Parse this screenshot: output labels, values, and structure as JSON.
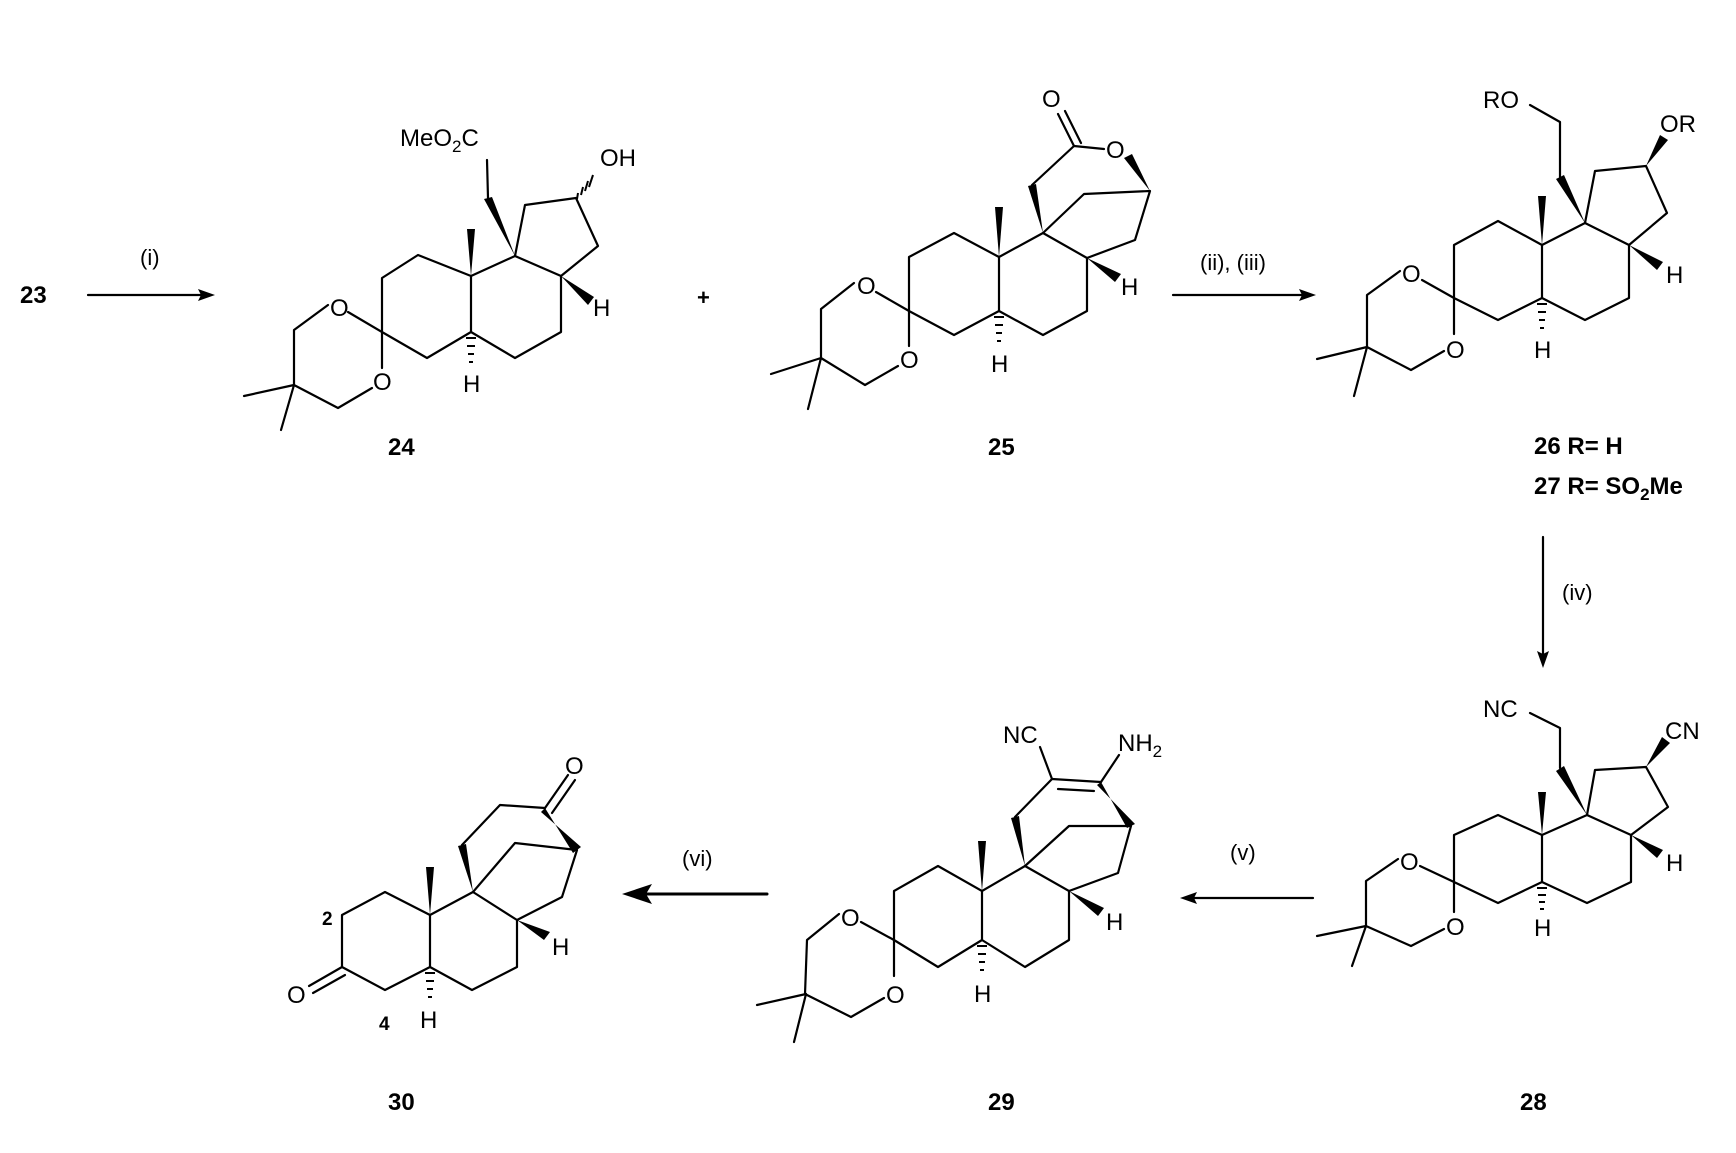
{
  "scheme": {
    "start_compound": "23",
    "plus_sign": "+",
    "conditions": {
      "step_i": "(i)",
      "step_ii_iii": "(ii), (iii)",
      "step_iv": "(iv)",
      "step_v": "(v)",
      "step_vi": "(vi)"
    },
    "compounds": {
      "c24": {
        "label": "24",
        "groups": {
          "ester": "MeO",
          "ester_sub": "2",
          "ester_tail": "C",
          "hydroxyl": "OH",
          "h_c14": "H",
          "h_c5": "H",
          "o_top": "O",
          "o_bottom": "O"
        }
      },
      "c25": {
        "label": "25",
        "groups": {
          "carbonyl_o": "O",
          "ring_o": "O",
          "h_c14": "H",
          "h_c5": "H",
          "o_top": "O",
          "o_bottom": "O"
        }
      },
      "c26_27": {
        "label_26": "26 R= H",
        "label_27_prefix": "27 R= SO",
        "label_27_sub": "2",
        "label_27_suffix": "Me",
        "groups": {
          "side_chain": "RO",
          "ring_sub": "OR",
          "h_c14": "H",
          "h_c5": "H",
          "o_top": "O",
          "o_bottom": "O"
        }
      },
      "c28": {
        "label": "28",
        "groups": {
          "side_chain": "NC",
          "ring_sub": "CN",
          "h_c14": "H",
          "h_c5": "H",
          "o_top": "O",
          "o_bottom": "O"
        }
      },
      "c29": {
        "label": "29",
        "groups": {
          "nitrile": "NC",
          "amine": "NH",
          "amine_sub": "2",
          "h_c14": "H",
          "h_c5": "H",
          "o_top": "O",
          "o_bottom": "O"
        }
      },
      "c30": {
        "label": "30",
        "groups": {
          "ketone_top": "O",
          "ketone_a": "O",
          "h_c14": "H",
          "h_c5": "H",
          "pos_2": "2",
          "pos_4": "4"
        }
      }
    }
  }
}
